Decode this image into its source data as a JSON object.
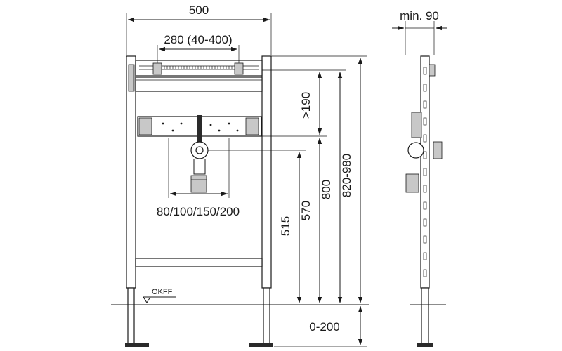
{
  "dimensions": {
    "width_total": "500",
    "bracket_spacing": "280 (40-400)",
    "min_depth": "min. 90",
    "above_drain": ">190",
    "drain_height": "515",
    "mount_height_a": "570",
    "mount_height_b": "800",
    "total_height": "820-980",
    "foot_adjust": "0-200",
    "drain_spacing": "80/100/150/200"
  },
  "labels": {
    "floor_level": "OKFF"
  }
}
